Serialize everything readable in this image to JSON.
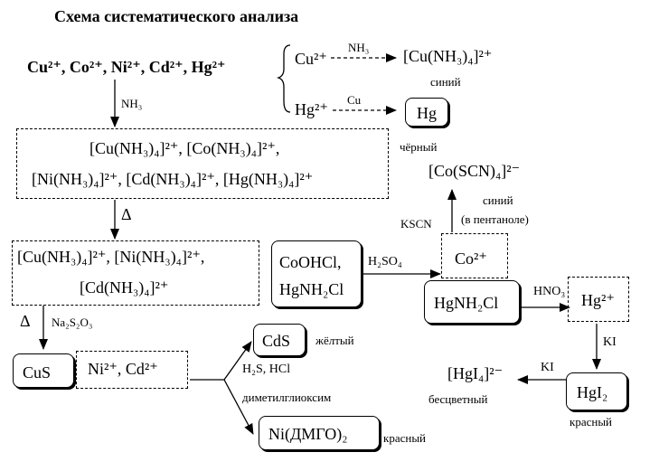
{
  "title": "Схема систематического анализа",
  "start_ions": "Cu²⁺, Co²⁺, Ni²⁺, Cd²⁺, Hg²⁺",
  "branch": {
    "cu_ion": "Cu²⁺",
    "nh3_label": "NH₃",
    "cu_product": "[Cu(NH₃)₄]²⁺",
    "cu_color": "синий",
    "hg_ion": "Hg²⁺",
    "cu_reagent": "Cu",
    "hg_product": "Hg",
    "hg_color": "чёрный"
  },
  "step1": {
    "reagent": "NH₃",
    "line1": "[Cu(NH₃)₄]²⁺, [Co(NH₃)₄]²⁺,",
    "line2": "[Ni(NH₃)₄]²⁺, [Cd(NH₃)₄]²⁺, [Hg(NH₃)₄]²⁺"
  },
  "step2": {
    "reagent": "Δ",
    "line1": "[Cu(NH₃)₄]²⁺, [Ni(NH₃)₄]²⁺,",
    "line2": "[Cd(NH₃)₄]²⁺"
  },
  "precipitate": {
    "line1": "CoOHCl,",
    "line2": "HgNH₂Cl",
    "reagent": "H₂SO₄"
  },
  "cobalt": {
    "ion": "Co²⁺",
    "reagent": "KSCN",
    "product": "[Co(SCN)₄]²⁻",
    "color": "синий",
    "note": "(в пентаноле)"
  },
  "mercury": {
    "residue": "HgNH₂Cl",
    "reagent": "HNO₃",
    "ion": "Hg²⁺",
    "ki_label": "KI",
    "hgi2": "HgI₂",
    "hgi2_color": "красный",
    "ki_label2": "KI",
    "complex": "[HgI₄]²⁻",
    "complex_color": "бесцветный"
  },
  "step3": {
    "reagent_delta": "Δ",
    "reagent": "Na₂S₂O₃",
    "cus": "CuS",
    "filtrate": "Ni²⁺, Cd²⁺"
  },
  "final": {
    "cds": "CdS",
    "cds_color": "жёлтый",
    "h2s_label": "H₂S, HCl",
    "dmg_label": "диметилглиоксим",
    "ni_product": "Ni(ДМГО)₂",
    "ni_color": "красный"
  }
}
